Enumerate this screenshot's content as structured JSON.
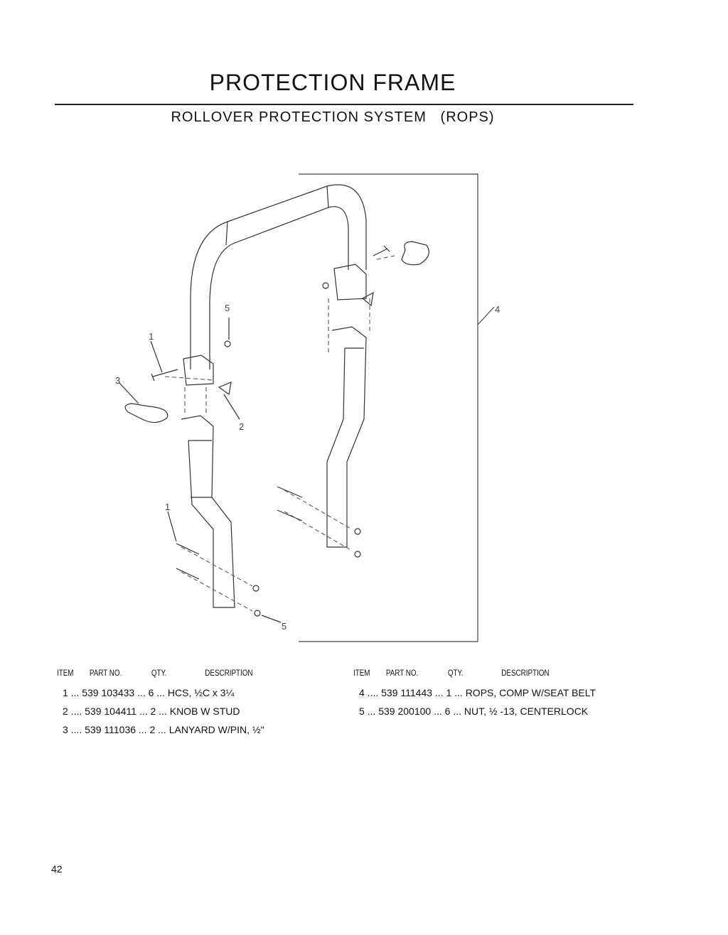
{
  "header": {
    "title": "PROTECTION FRAME",
    "subtitle": "ROLLOVER PROTECTION SYSTEM   (ROPS)"
  },
  "diagram": {
    "callouts": [
      "1",
      "2",
      "3",
      "4",
      "5",
      "1",
      "5"
    ]
  },
  "parts_table": {
    "columns": [
      "ITEM",
      "PART NO.",
      "QTY.",
      "DESCRIPTION"
    ],
    "left_rows": [
      {
        "item": "1",
        "part_no": "539 103433",
        "qty": "6",
        "description": "HCS, ½C x 3¼"
      },
      {
        "item": "2",
        "part_no": "539 104411",
        "qty": "2",
        "description": "KNOB W STUD"
      },
      {
        "item": "3",
        "part_no": "539 111036",
        "qty": "2",
        "description": "LANYARD W/PIN, ½\""
      }
    ],
    "right_rows": [
      {
        "item": "4",
        "part_no": "539 111443",
        "qty": "1",
        "description": "ROPS, COMP W/SEAT BELT"
      },
      {
        "item": "5",
        "part_no": "539 200100",
        "qty": "6",
        "description": "NUT, ½ -13, CENTERLOCK"
      }
    ],
    "left_lines": [
      "1 ... 539 103433 ... 6 ... HCS, ½C x 3¼",
      "2 .... 539 104411 ... 2 ... KNOB W STUD",
      "3 .... 539 111036 ... 2 ... LANYARD W/PIN, ½\""
    ],
    "right_lines": [
      "4 .... 539 111443 ... 1 ... ROPS, COMP W/SEAT BELT",
      "5 ... 539 200100 ... 6 ... NUT, ½ -13, CENTERLOCK"
    ]
  },
  "footer": {
    "page_number": "42"
  }
}
